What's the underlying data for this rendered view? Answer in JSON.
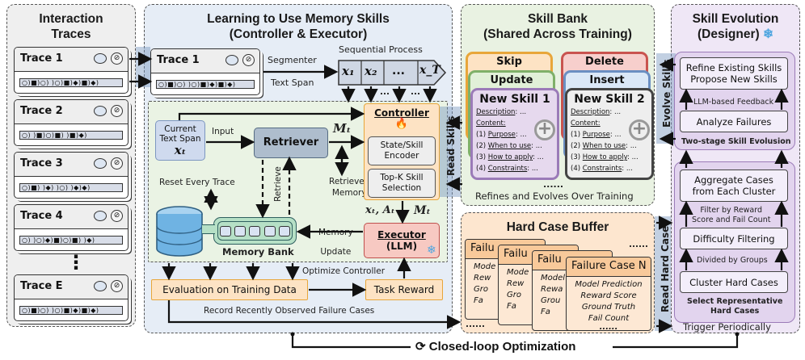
{
  "interaction_traces": {
    "title_line1": "Interaction",
    "title_line2": "Traces",
    "traces": [
      {
        "label": "Trace 1",
        "sequence": "○)■)○)  )○)■)◆)■)◆)"
      },
      {
        "label": "Trace 2",
        "sequence": "○)  )■)○)■)  )■)◆)"
      },
      {
        "label": "Trace 3",
        "sequence": "○)■)  )◆)  )○)  )◆)◆)"
      },
      {
        "label": "Trace 4",
        "sequence": "○)  )○)◆)■)○)■)  )◆)"
      },
      {
        "label": "Trace E",
        "sequence": "○)■)○)  )○)■)◆)■)◆)"
      }
    ],
    "ellipsis": "⋮",
    "icons": [
      "speech-bubble-icon",
      "compass-icon"
    ]
  },
  "learning": {
    "title_line1": "Learning to Use Memory Skills",
    "title_line2": "(Controller & Executor)",
    "trace_label": "Trace 1",
    "trace_sequence": "○)■)○)  )○)■)◆)■)◆)",
    "segmenter_label": "Segmenter",
    "text_span_label": "Text Span",
    "sequential_process_label": "Sequential Process",
    "tokens": [
      "x₁",
      "x₂",
      "...",
      "x_T"
    ],
    "token_dots": [
      "...",
      "..."
    ],
    "current_text_span_line1": "Current",
    "current_text_span_line2": "Text Span",
    "current_text_span_var": "xₜ",
    "input_label": "Input",
    "retriever_label": "Retriever",
    "mt_label": "Mₜ",
    "retrieved_memory_line1": "Retrieved",
    "retrieved_memory_line2": "Memory",
    "retrieve_label": "Retrieve",
    "reset_label": "Reset Every Trace",
    "memory_bank_label": "Memory Bank",
    "controller_label": "Controller",
    "encoder_line1": "State/Skill",
    "encoder_line2": "Encoder",
    "topk_line1": "Top-K Skill",
    "topk_line2": "Selection",
    "xt_at_label": "xₜ, Aₜ",
    "mt_label2": "Mₜ",
    "executor_label": "Executor",
    "executor_sub": "(LLM)",
    "memory_update_line1": "Memory",
    "memory_update_line2": "Update",
    "evaluation_label": "Evaluation on Training Data",
    "task_reward_label": "Task Reward",
    "optimize_label": "Optimize Controller",
    "record_label": "Record Recently Observed Failure Cases",
    "read_skills_label": "Read Skills"
  },
  "skill_bank": {
    "title_line1": "Skill Bank",
    "title_line2": "(Shared Across Training)",
    "ops": [
      "Skip",
      "Update",
      "Delete",
      "Insert"
    ],
    "skills": [
      {
        "title": "New Skill 1",
        "description": "Description",
        "content": "Content:",
        "items": [
          {
            "num": "(1)",
            "key": "Purpose",
            "rest": ": ..."
          },
          {
            "num": "(2)",
            "key": "When to use",
            "rest": ": ..."
          },
          {
            "num": "(3)",
            "key": "How to apply",
            "rest": ": ..."
          },
          {
            "num": "(4)",
            "key": "Constraints",
            "rest": ": ..."
          }
        ]
      },
      {
        "title": "New Skill 2",
        "description": "Description",
        "content": "Content:",
        "items": [
          {
            "num": "(1)",
            "key": "Purpose",
            "rest": ": ..."
          },
          {
            "num": "(2)",
            "key": "When to use",
            "rest": ": ..."
          },
          {
            "num": "(3)",
            "key": "How to apply",
            "rest": ": ..."
          },
          {
            "num": "(4)",
            "key": "Constraints",
            "rest": ": ..."
          }
        ]
      }
    ],
    "desc_suffix": ": ...",
    "ellipsis": "......",
    "footer": "Refines and Evolves Over Training"
  },
  "hard_case_buffer": {
    "title": "Hard Case Buffer",
    "stub_cases": [
      {
        "header": "Failu",
        "lines": [
          "Mode",
          "Rew",
          "Gro",
          "Fa"
        ]
      },
      {
        "header": "Failu",
        "lines": [
          "Mode",
          "Rew",
          "Gro",
          "Fa"
        ]
      },
      {
        "header": "Failu",
        "lines": [
          "Model",
          "Rewa",
          "Grou",
          "Fa"
        ]
      }
    ],
    "last_case": {
      "header": "Failure Case N",
      "lines": [
        "Model Prediction",
        "Reward Score",
        "Ground Truth",
        "Fail Count",
        "......"
      ]
    },
    "ellipsis": "......",
    "read_hard_cases_label": "Read Hard Cases"
  },
  "skill_evolution": {
    "title_line1": "Skill Evolution",
    "title_line2": "(Designer)",
    "refine_line1": "Refine Existing Skills",
    "refine_line2": "Propose New Skills",
    "llm_feedback": "LLM-based Feedback",
    "analyze": "Analyze Failures",
    "two_stage": "Two-stage Skill Evolusion",
    "aggregate_line1": "Aggregate Cases",
    "aggregate_line2": "from Each Cluster",
    "filter_line1": "Filter by Reward",
    "filter_line2": "Score and Fail Count",
    "difficulty": "Difficulty Filtering",
    "divided": "Divided by Groups",
    "cluster": "Cluster Hard Cases",
    "select_line1": "Select Representative",
    "select_line2": "Hard Cases",
    "trigger": "Trigger Periodically",
    "evolve_skills_label": "Evolve Skills"
  },
  "footer": {
    "closed_loop": "Closed-loop Optimization"
  },
  "colors": {
    "traces_bg": "#efefef",
    "learning_bg": "#e6edf6",
    "inner_bg": "#eaf3e4",
    "skillbank_bg": "#e9f2e2",
    "buffer_bg": "#fde6cf",
    "evolution_bg": "#efe7f6",
    "controller_bg": "#fde3c4",
    "controller_border": "#e8a63a",
    "executor_bg": "#f7c9c2",
    "executor_border": "#c0504d",
    "skip": "#e8a63a",
    "update": "#7fb069",
    "delete": "#c9544f",
    "insert": "#6b8fc2",
    "skill1": "#9b7bb8",
    "skill2": "#444444",
    "fire": "#e4573b",
    "snow": "#4fa6e0"
  }
}
